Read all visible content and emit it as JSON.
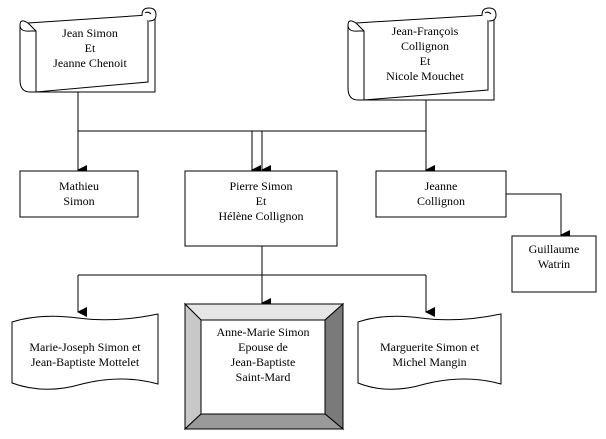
{
  "nodes": {
    "parents_simon": {
      "text": "Jean Simon\nEt\nJeanne Chenoit"
    },
    "parents_collignon": {
      "text": "Jean-François\nCollignon\nEt\nNicole Mouchet"
    },
    "mathieu": {
      "text": "Mathieu\nSimon"
    },
    "pierre_helene": {
      "text": "Pierre Simon\nEt\nHélène Collignon"
    },
    "jeanne": {
      "text": "Jeanne\nCollignon"
    },
    "guillaume": {
      "text": "Guillaume\nWatrin"
    },
    "marie_joseph": {
      "text": "Marie-Joseph Simon et\nJean-Baptiste Mottelet"
    },
    "anne_marie": {
      "text": "Anne-Marie Simon\nEpouse de\nJean-Baptiste\nSaint-Mard"
    },
    "marguerite": {
      "text": "Marguerite Simon et\nMichel Mangin"
    }
  }
}
